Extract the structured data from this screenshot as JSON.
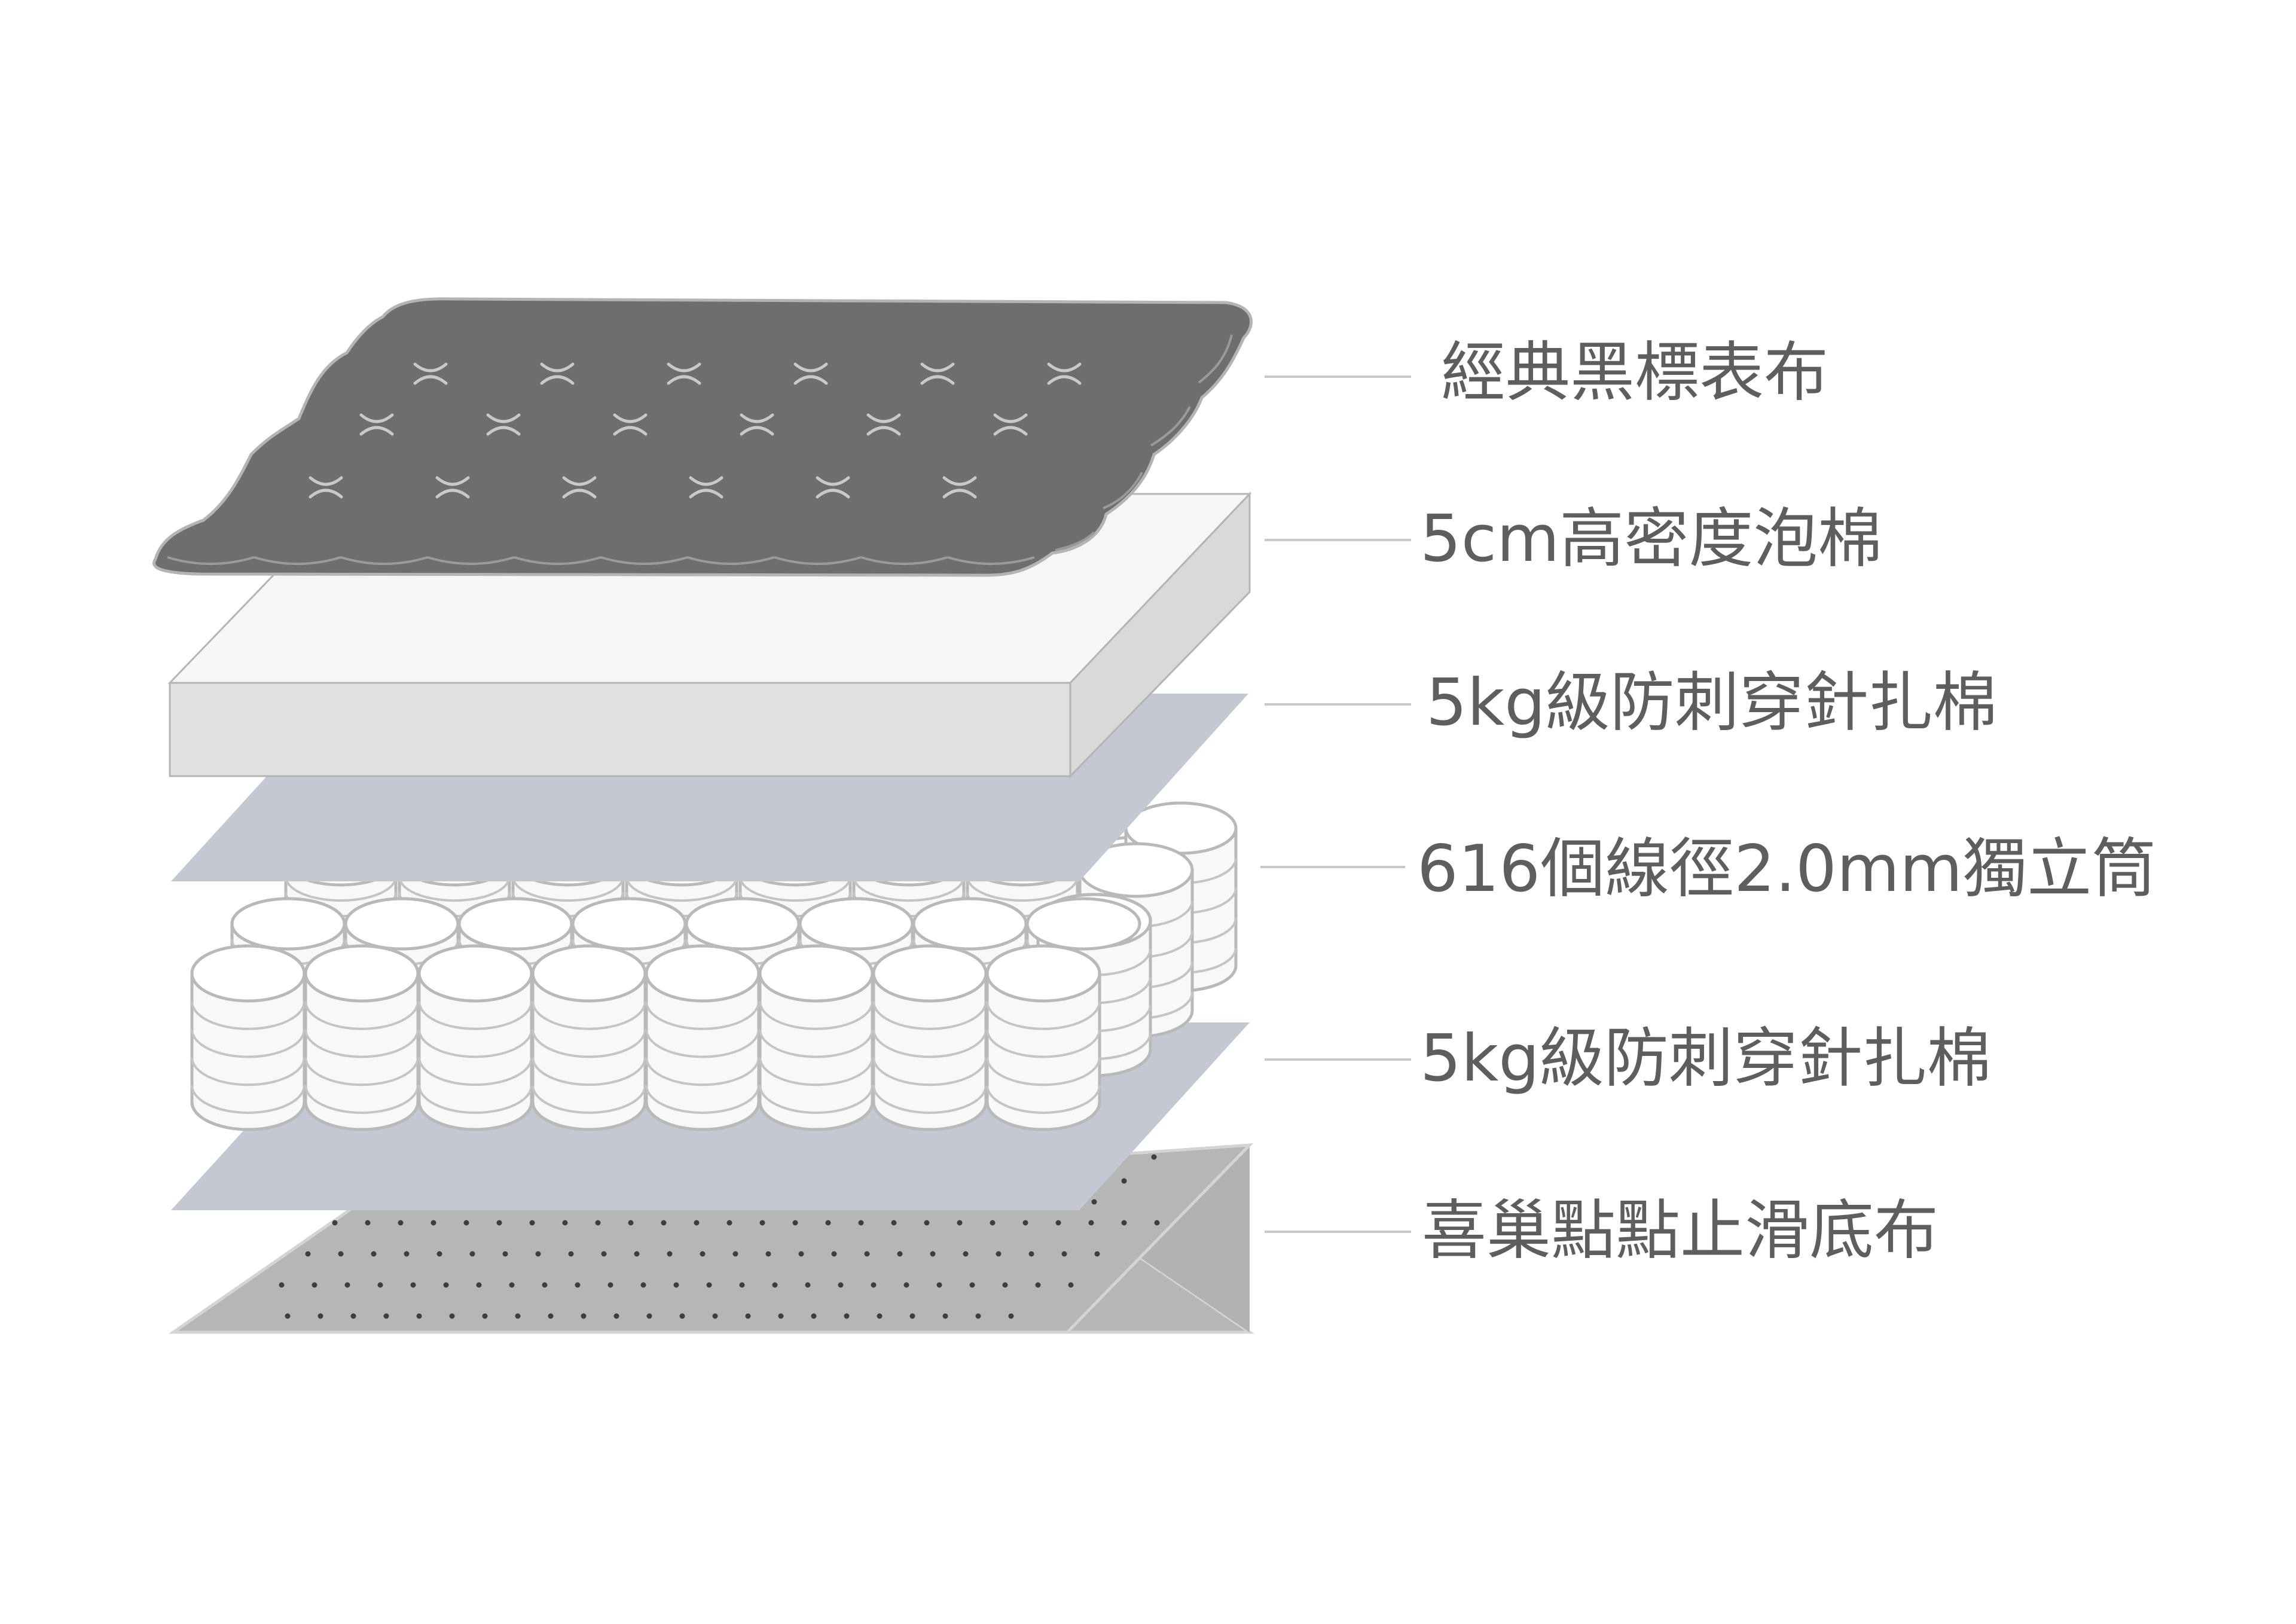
{
  "layers": [
    {
      "label": "經典黑標表布",
      "color": "#6e6e6e"
    },
    {
      "label": "5cm高密度泡棉",
      "color": "#f5f6f5"
    },
    {
      "label": "5kg級防刺穿針扎棉",
      "color": "#c3c8d3"
    },
    {
      "label": "616個線徑2.0mm獨立筒",
      "color": "#f7f8f7"
    },
    {
      "label": "5kg級防刺穿針扎棉",
      "color": "#c3c8d3"
    },
    {
      "label": "喜巢點點止滑底布",
      "color": "#b5b5b5"
    }
  ],
  "colors": {
    "leader_line": "#c8c8c8",
    "outline": "#b4b4b4",
    "text": "#5e5e5e"
  }
}
